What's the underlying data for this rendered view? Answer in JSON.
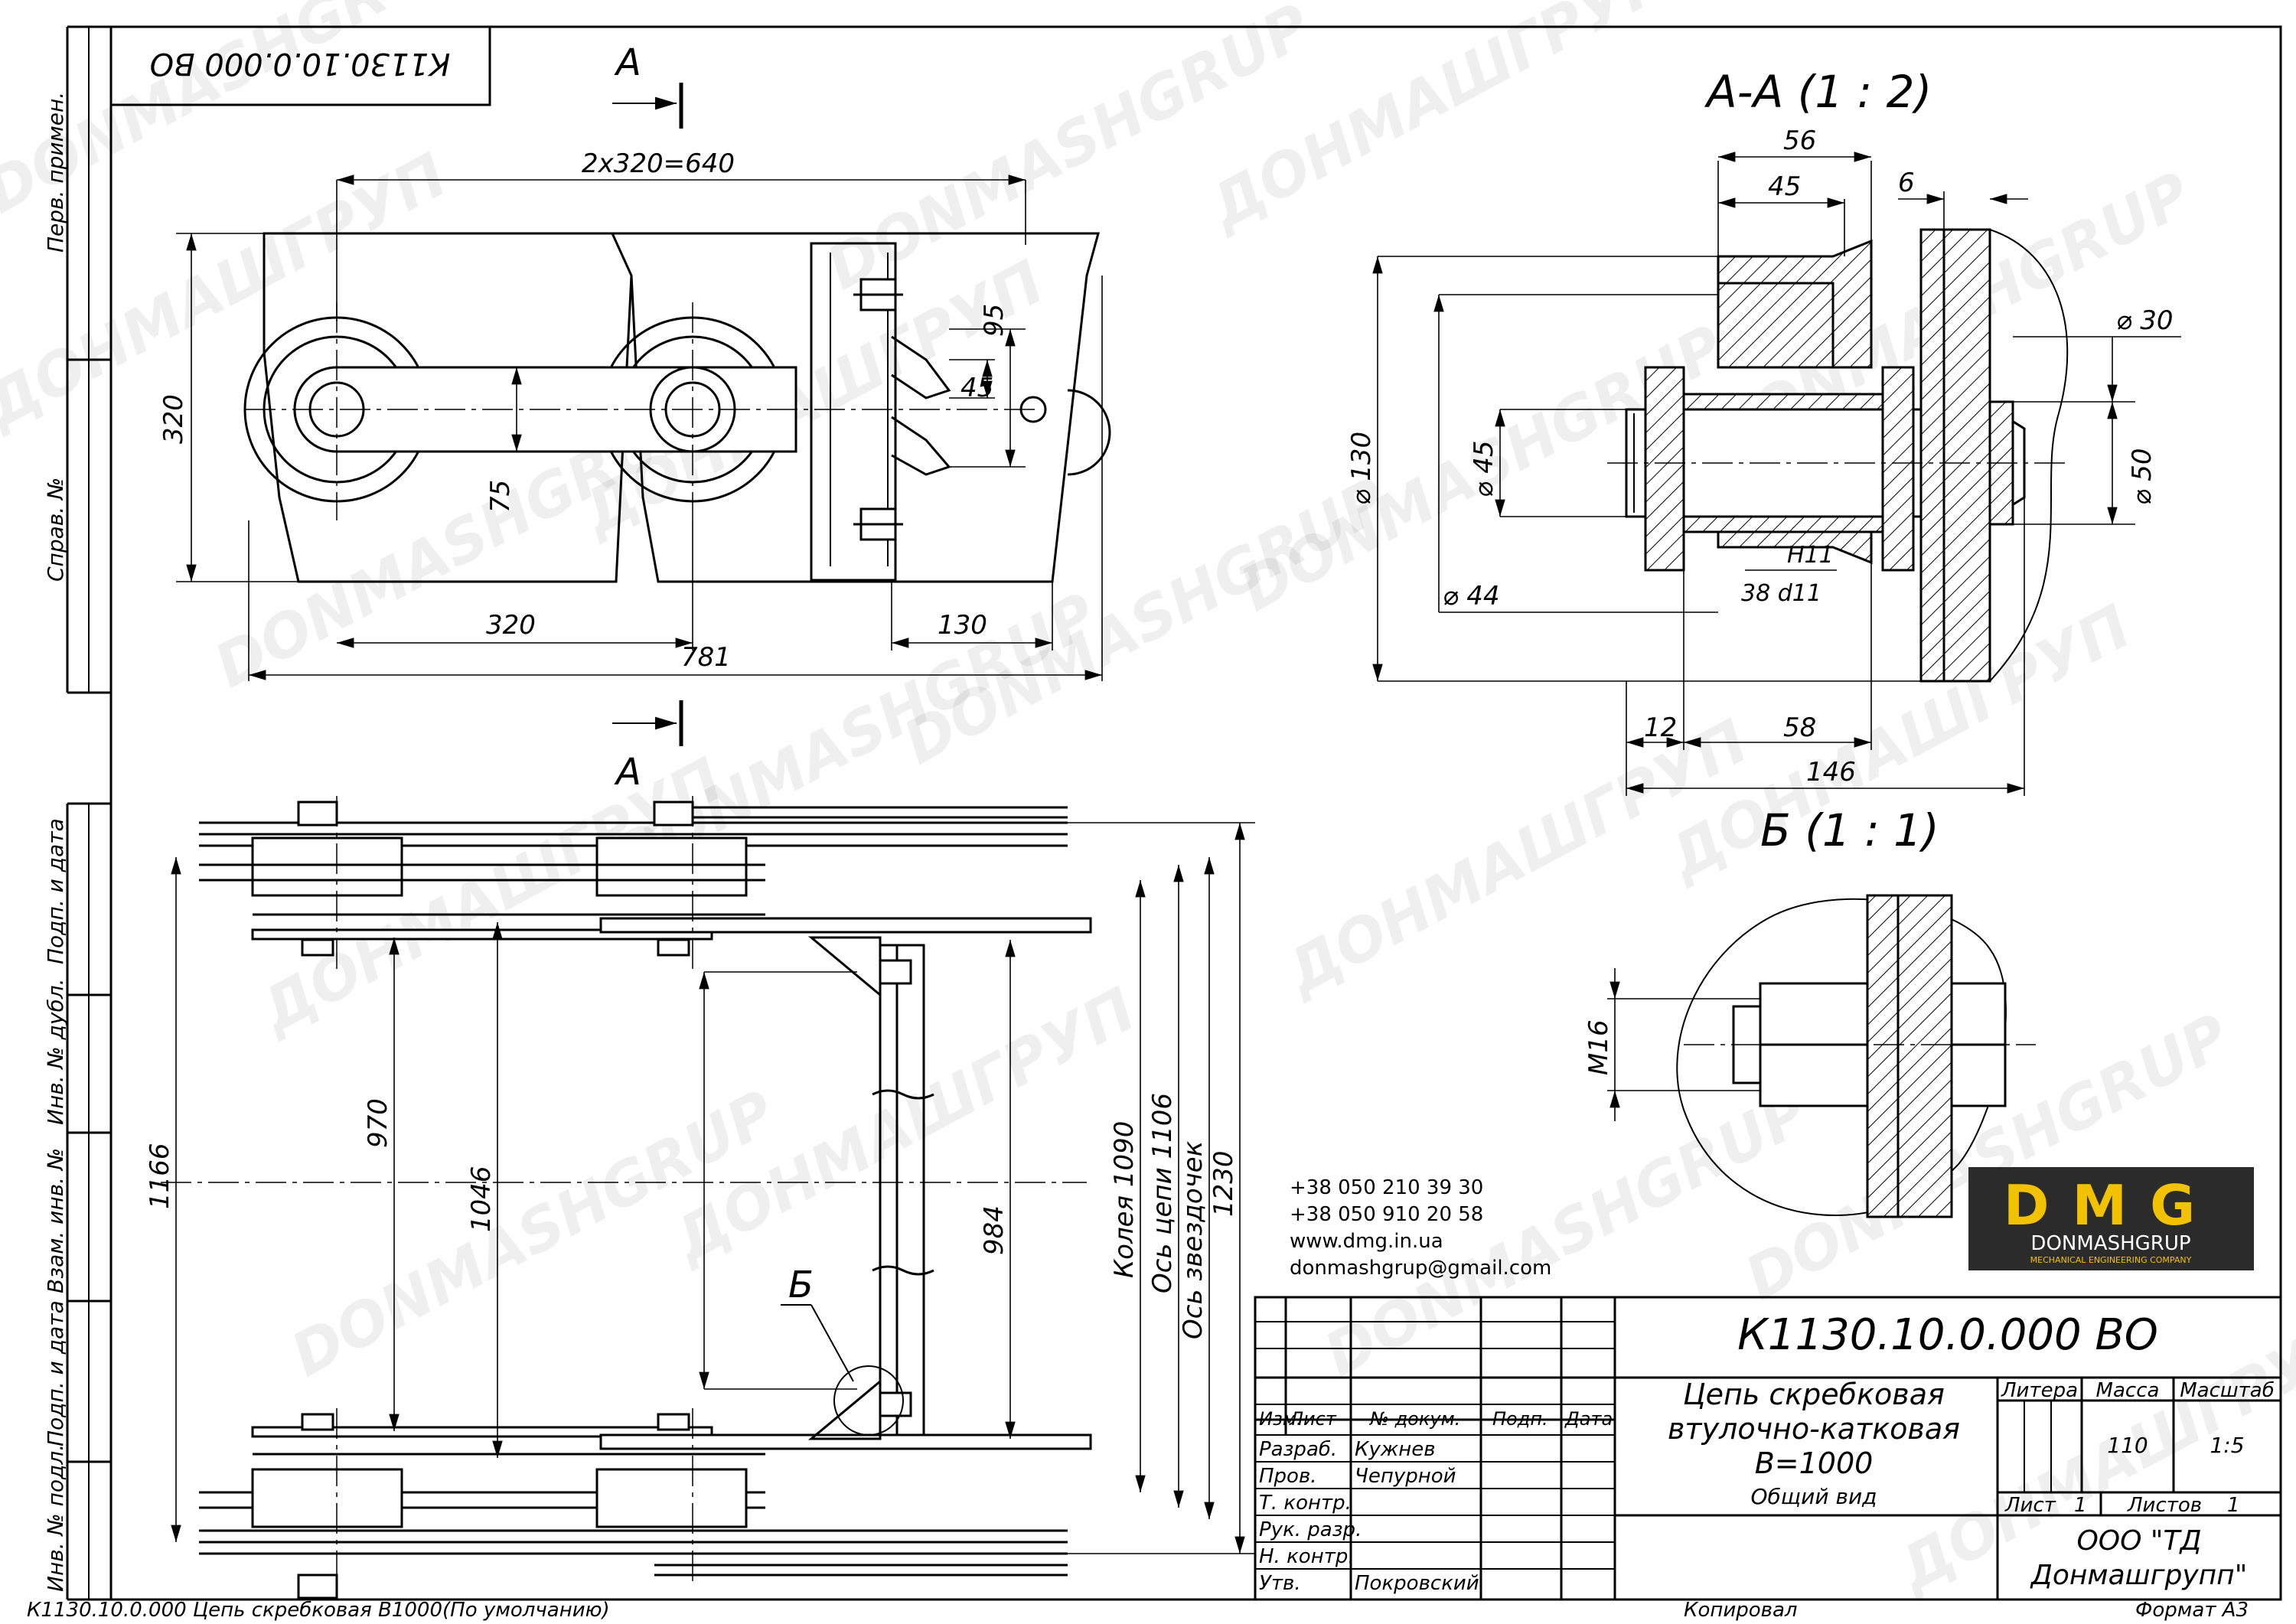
{
  "drawing_number_stamp": "К1130.10.0.000 ВО",
  "side_frame": {
    "perv_primen": "Перв. примен.",
    "sprav_no": "Справ. №",
    "podp_data_1": "Подп. и дата",
    "inv_dubl": "Инв. № дубл.",
    "vzam_inv": "Взам. инв. №",
    "podp_data_2": "Подп. и дата",
    "inv_podl": "Инв. № подл."
  },
  "top_view": {
    "section_mark": "А",
    "dim_pitch": "2х320=640",
    "dim_height": "320",
    "dim_95": "95",
    "dim_45": "45",
    "dim_75": "75",
    "dim_320": "320",
    "dim_130": "130",
    "dim_781": "781"
  },
  "front_view": {
    "section_mark": "А",
    "detail_mark": "Б",
    "dim_1166": "1166",
    "dim_970": "970",
    "dim_1046": "1046",
    "dim_984": "984",
    "dim_koleya": "Колея 1090",
    "dim_os_cepi": "Ось цепи 1106",
    "dim_os_zvezd": "Ось звездочек",
    "dim_1230": "1230"
  },
  "section_aa": {
    "title": "А-А (1 : 2)",
    "dim_56": "56",
    "dim_45": "45",
    "dim_6": "6",
    "dim_d30": "⌀ 30",
    "dim_d130": "⌀ 130",
    "dim_d45": "⌀ 45",
    "dim_d50": "⌀ 50",
    "dim_d44": "⌀ 44",
    "fit_h11": "H11",
    "fit_38d11": "38 d11",
    "dim_12": "12",
    "dim_58": "58",
    "dim_146": "146"
  },
  "detail_b": {
    "title": "Б (1 : 1)",
    "thread": "М16"
  },
  "contacts": {
    "phone1": "+38 050 210 39 30",
    "phone2": "+38 050 910 20 58",
    "web": "www.dmg.in.ua",
    "email": "donmashgrup@gmail.com"
  },
  "logo": {
    "mark": "DMG",
    "name": "DONMASHGRUP",
    "tagline": "MECHANICAL ENGINEERING COMPANY",
    "bg_color": "#2b2b2b",
    "accent_color": "#f2c200"
  },
  "title_block": {
    "doc_number": "К1130.10.0.000 ВО",
    "title_line1": "Цепь скребковая",
    "title_line2": "втулочно-катковая",
    "title_line3": "В=1000",
    "title_line4": "Общий вид",
    "col_izm": "Изм.",
    "col_list": "Лист",
    "col_dokum": "№ докум.",
    "col_podp": "Подп.",
    "col_data": "Дата",
    "role_razrab": "Разраб.",
    "role_prov": "Пров.",
    "role_tkontr": "Т. контр.",
    "role_ruk": "Рук. разр.",
    "role_nkontr": "Н. контр.",
    "role_utv": "Утв.",
    "name_razrab": "Кужнев",
    "name_prov": "Чепурной",
    "name_utv": "Покровский",
    "hdr_litera": "Литера",
    "hdr_massa": "Масса",
    "hdr_masshtab": "Масштаб",
    "val_massa": "110",
    "val_masshtab": "1:5",
    "list_label": "Лист",
    "list_value": "1",
    "listov_label": "Листов",
    "listov_value": "1",
    "org_line1": "ООО \"ТД",
    "org_line2": "Донмашгрупп\""
  },
  "footer": {
    "file_name": "К1130.10.0.000 Цепь скребковая В1000(По умолчанию)",
    "kopiroval": "Копировал",
    "format": "Формат А3"
  },
  "watermarks": [
    "DONMASHGRUP",
    "ДОНМАШГРУП"
  ]
}
